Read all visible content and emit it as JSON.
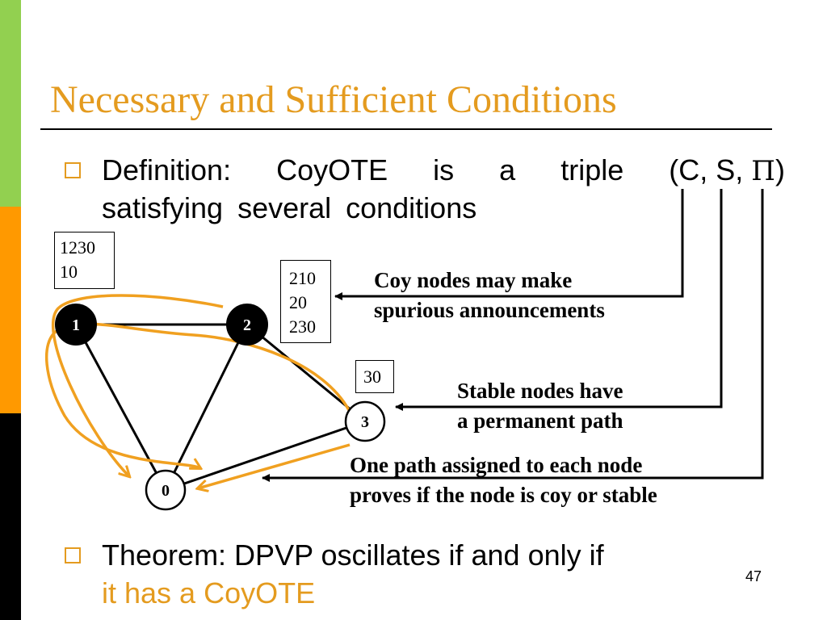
{
  "slide": {
    "title": "Necessary and Sufficient Conditions",
    "page_number": "47"
  },
  "theme": {
    "accent": "#e49b1f",
    "strip_colors": [
      "#92d050",
      "#ff9900",
      "#000000"
    ]
  },
  "definition": {
    "words": [
      "Definition:",
      "CoyOTE",
      "is",
      "a",
      "triple"
    ],
    "triple_open": "(C, S, ",
    "triple_pi": "Π",
    "triple_close": ")",
    "line2": "satisfying several conditions"
  },
  "annotations": {
    "coy": [
      "Coy nodes may make",
      "spurious announcements"
    ],
    "stable": [
      "Stable nodes have",
      "a permanent path"
    ],
    "path": [
      "One path assigned to each node",
      "proves if the node is coy or stable"
    ]
  },
  "graph": {
    "nodes": [
      {
        "id": "node-1",
        "label": "1",
        "fill": "#000000",
        "text_color": "#ffffff"
      },
      {
        "id": "node-2",
        "label": "2",
        "fill": "#000000",
        "text_color": "#ffffff"
      },
      {
        "id": "node-3",
        "label": "3",
        "fill": "#ffffff",
        "text_color": "#000000"
      },
      {
        "id": "node-0",
        "label": "0",
        "fill": "#ffffff",
        "text_color": "#000000"
      }
    ],
    "route_boxes": {
      "node1": [
        "1230",
        "10"
      ],
      "node2": [
        "210",
        "20",
        "230"
      ],
      "node3": [
        "30"
      ]
    }
  },
  "theorem": {
    "line1": "Theorem: DPVP oscillates if and only if",
    "line2": "it has a CoyOTE"
  }
}
